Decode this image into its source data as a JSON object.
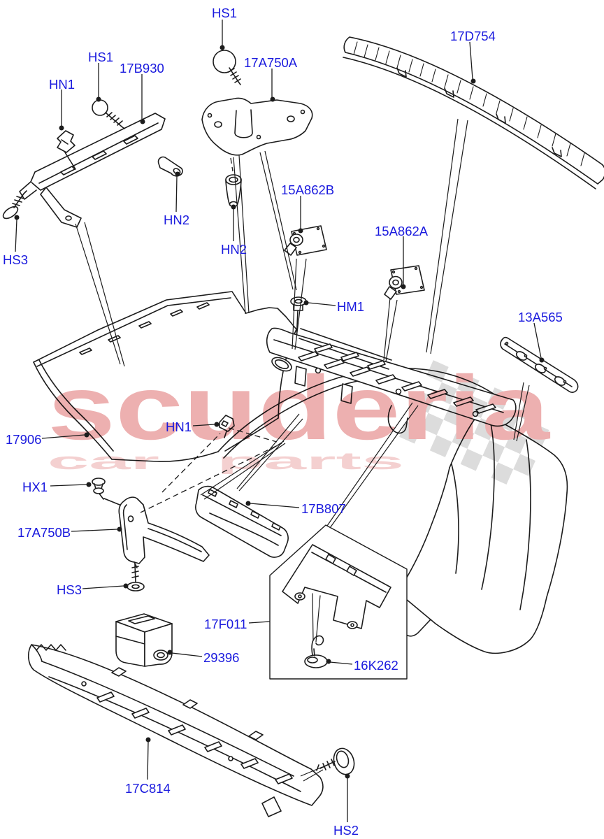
{
  "diagram": {
    "kind": "exploded-parts-diagram",
    "subject": "rear bumper assembly"
  },
  "watermark": {
    "brand": "scuderia",
    "sub_left": "car",
    "sub_right": "parts"
  },
  "colors": {
    "label_color": "#1a1ade",
    "line_color": "#1c1c1c",
    "watermark_primary": "#eba8a8",
    "watermark_secondary": "#f3cbcb",
    "checker_gray": "#d8d8d8"
  },
  "labels": [
    {
      "id": "hs1-top",
      "text": "HS1"
    },
    {
      "id": "hn1-top-left",
      "text": "HN1"
    },
    {
      "id": "hs1-left",
      "text": "HS1"
    },
    {
      "id": "part-17b930",
      "text": "17B930"
    },
    {
      "id": "part-17a750a",
      "text": "17A750A"
    },
    {
      "id": "part-17d754",
      "text": "17D754"
    },
    {
      "id": "hn2-left",
      "text": "HN2"
    },
    {
      "id": "hn2-right",
      "text": "HN2"
    },
    {
      "id": "part-15a862b",
      "text": "15A862B"
    },
    {
      "id": "part-15a862a",
      "text": "15A862A"
    },
    {
      "id": "hm1",
      "text": "HM1"
    },
    {
      "id": "part-13a565",
      "text": "13A565"
    },
    {
      "id": "part-17906",
      "text": "17906"
    },
    {
      "id": "hn1-mid",
      "text": "HN1"
    },
    {
      "id": "hx1",
      "text": "HX1"
    },
    {
      "id": "part-17a750b",
      "text": "17A750B"
    },
    {
      "id": "hs3-top-left",
      "text": "HS3"
    },
    {
      "id": "hs3-bottom",
      "text": "HS3"
    },
    {
      "id": "part-17b807",
      "text": "17B807"
    },
    {
      "id": "part-17f011",
      "text": "17F011"
    },
    {
      "id": "part-29396",
      "text": "29396"
    },
    {
      "id": "part-16k262",
      "text": "16K262"
    },
    {
      "id": "part-17c814",
      "text": "17C814"
    },
    {
      "id": "hs2",
      "text": "HS2"
    }
  ]
}
